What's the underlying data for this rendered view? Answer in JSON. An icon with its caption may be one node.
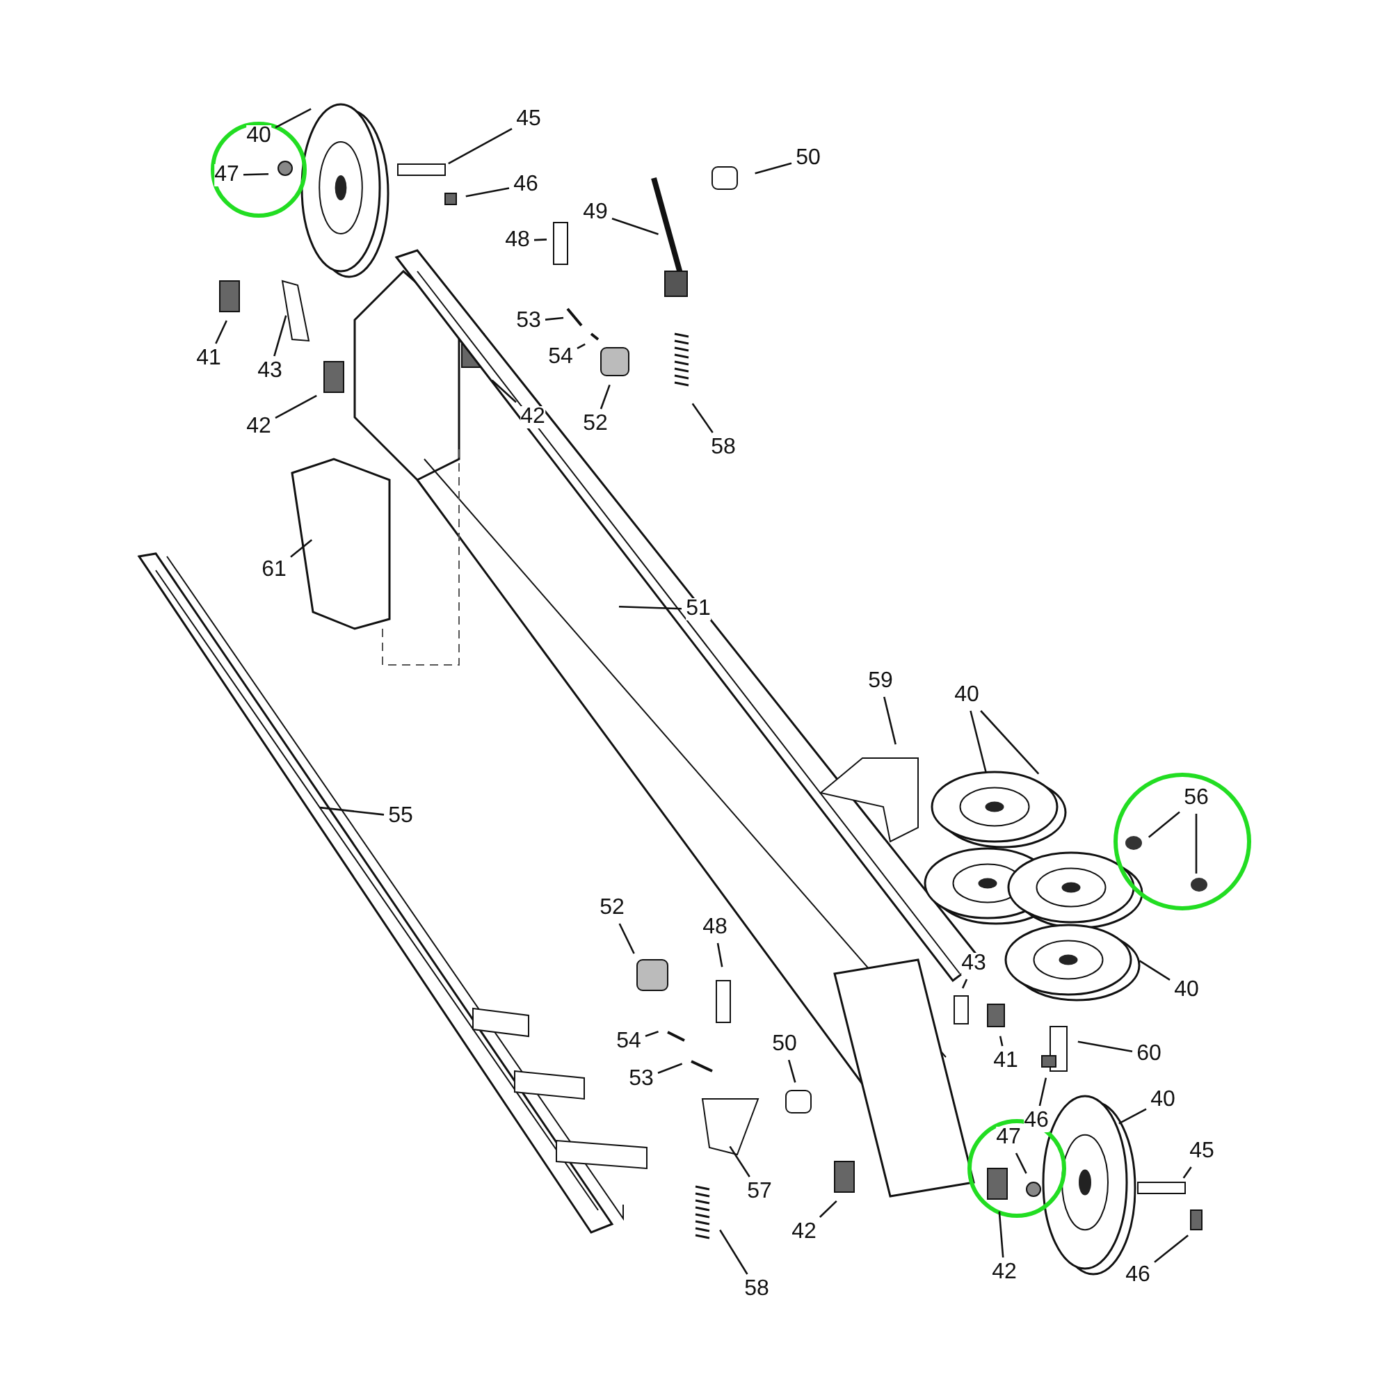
{
  "diagram": {
    "nodes": [
      {
        "text": [
          "40"
        ]
      },
      {
        "text": [
          "47"
        ]
      },
      {
        "text": [
          "45"
        ]
      },
      {
        "text": [
          "46"
        ]
      },
      {
        "text": [
          "50"
        ]
      },
      {
        "text": [
          "49"
        ]
      },
      {
        "text": [
          "48"
        ]
      },
      {
        "text": [
          "41"
        ]
      },
      {
        "text": [
          "43"
        ]
      },
      {
        "text": [
          "53"
        ]
      },
      {
        "text": [
          "54"
        ]
      },
      {
        "text": [
          "42"
        ]
      },
      {
        "text": [
          "52"
        ]
      },
      {
        "text": [
          "58"
        ]
      },
      {
        "text": [
          "42"
        ]
      },
      {
        "text": [
          "61"
        ]
      },
      {
        "text": [
          "51"
        ]
      },
      {
        "text": [
          "59"
        ]
      },
      {
        "text": [
          "40"
        ]
      },
      {
        "text": [
          "56"
        ]
      },
      {
        "text": [
          "55"
        ]
      },
      {
        "text": [
          "52"
        ]
      },
      {
        "text": [
          "48"
        ]
      },
      {
        "text": [
          "54"
        ]
      },
      {
        "text": [
          "53"
        ]
      },
      {
        "text": [
          "50"
        ]
      },
      {
        "text": [
          "43"
        ]
      },
      {
        "text": [
          "41"
        ]
      },
      {
        "text": [
          "60"
        ]
      },
      {
        "text": [
          "40"
        ]
      },
      {
        "text": [
          "40"
        ]
      },
      {
        "text": [
          "46"
        ]
      },
      {
        "text": [
          "45"
        ]
      },
      {
        "text": [
          "47"
        ]
      },
      {
        "text": [
          "57"
        ]
      },
      {
        "text": [
          "42"
        ]
      },
      {
        "text": [
          "42"
        ]
      },
      {
        "text": [
          "46"
        ]
      },
      {
        "text": [
          "58"
        ]
      }
    ],
    "edges": [
      {
        "from": 0,
        "to": null,
        "arrow": "none"
      },
      {
        "from": 1,
        "to": null,
        "arrow": "none"
      },
      {
        "from": 2,
        "to": null,
        "arrow": "none"
      },
      {
        "from": 3,
        "to": null,
        "arrow": "none"
      },
      {
        "from": 4,
        "to": null,
        "arrow": "none"
      },
      {
        "from": 5,
        "to": null,
        "arrow": "none"
      },
      {
        "from": 6,
        "to": null,
        "arrow": "none"
      },
      {
        "from": 7,
        "to": null,
        "arrow": "none"
      },
      {
        "from": 8,
        "to": null,
        "arrow": "none"
      },
      {
        "from": 9,
        "to": null,
        "arrow": "none"
      },
      {
        "from": 10,
        "to": null,
        "arrow": "none"
      },
      {
        "from": 11,
        "to": null,
        "arrow": "none"
      },
      {
        "from": 12,
        "to": null,
        "arrow": "none"
      },
      {
        "from": 13,
        "to": null,
        "arrow": "none"
      },
      {
        "from": 14,
        "to": null,
        "arrow": "none"
      },
      {
        "from": 15,
        "to": null,
        "arrow": "none"
      },
      {
        "from": 16,
        "to": null,
        "arrow": "none"
      },
      {
        "from": 17,
        "to": null,
        "arrow": "none"
      },
      {
        "from": 18,
        "to": null,
        "arrow": "none"
      },
      {
        "from": 18,
        "to": null,
        "arrow": "none"
      },
      {
        "from": 19,
        "to": null,
        "arrow": "none"
      },
      {
        "from": 19,
        "to": null,
        "arrow": "none"
      },
      {
        "from": 20,
        "to": null,
        "arrow": "none"
      },
      {
        "from": 21,
        "to": null,
        "arrow": "none"
      },
      {
        "from": 22,
        "to": null,
        "arrow": "none"
      },
      {
        "from": 23,
        "to": null,
        "arrow": "none"
      },
      {
        "from": 24,
        "to": null,
        "arrow": "none"
      },
      {
        "from": 25,
        "to": null,
        "arrow": "none"
      },
      {
        "from": 26,
        "to": null,
        "arrow": "none"
      },
      {
        "from": 27,
        "to": null,
        "arrow": "none"
      },
      {
        "from": 28,
        "to": null,
        "arrow": "none"
      },
      {
        "from": 29,
        "to": null,
        "arrow": "none"
      },
      {
        "from": 30,
        "to": null,
        "arrow": "none"
      },
      {
        "from": 31,
        "to": null,
        "arrow": "none"
      },
      {
        "from": 32,
        "to": null,
        "arrow": "none"
      },
      {
        "from": 33,
        "to": null,
        "arrow": "none"
      },
      {
        "from": 34,
        "to": null,
        "arrow": "none"
      },
      {
        "from": 35,
        "to": null,
        "arrow": "none"
      },
      {
        "from": 36,
        "to": null,
        "arrow": "none"
      },
      {
        "from": 37,
        "to": null,
        "arrow": "none"
      },
      {
        "from": 38,
        "to": null,
        "arrow": "none"
      }
    ]
  }
}
